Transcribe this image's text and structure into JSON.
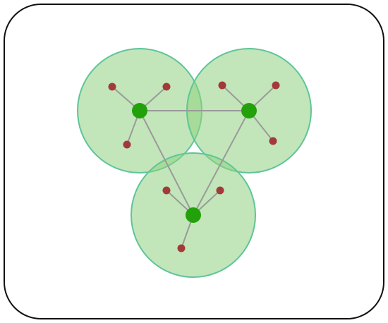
{
  "diagram": {
    "colors": {
      "frame_stroke": "#111111",
      "frame_fill": "#ffffff",
      "cluster_fill": "#8fd27f",
      "cluster_stroke": "#5fc49a",
      "link": "#9a9a9a",
      "cluster_head": "#22a10a",
      "member_node": "#a33a3a"
    },
    "clusters": [
      {
        "id": "left",
        "members": 3
      },
      {
        "id": "right",
        "members": 3
      },
      {
        "id": "bottom",
        "members": 3
      }
    ],
    "backbone_links": [
      [
        "left",
        "right"
      ],
      [
        "left",
        "bottom"
      ],
      [
        "right",
        "bottom"
      ]
    ]
  }
}
